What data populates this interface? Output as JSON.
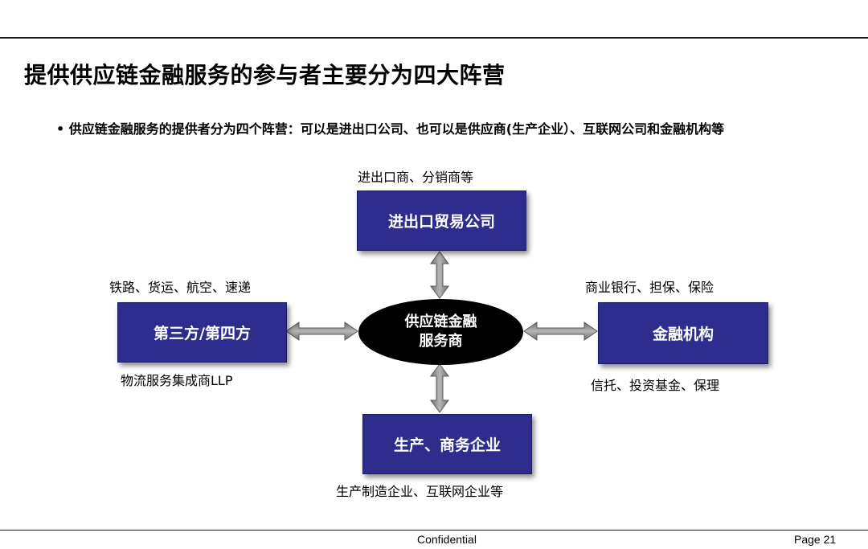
{
  "slide": {
    "title": "提供供应链金融服务的参与者主要分为四大阵营",
    "bullet": "• 供应链金融服务的提供者分为四个阵营：可以是进出口公司、也可以是供应商(生产企业）、互联网公司和金融机构等"
  },
  "diagram": {
    "center": {
      "line1": "供应链金融",
      "line2": "服务商"
    },
    "top": {
      "label": "进出口贸易公司",
      "caption": "进出口商、分销商等"
    },
    "left": {
      "label": "第三方/第四方",
      "caption_above": "铁路、货运、航空、速递",
      "caption_below": "物流服务集成商LLP"
    },
    "right": {
      "label": "金融机构",
      "caption_above": "商业银行、担保、保险",
      "caption_below": "信托、投资基金、保理"
    },
    "bottom": {
      "label": "生产、商务企业",
      "caption": "生产制造企业、互联网企业等"
    },
    "colors": {
      "box": "#2e2d8e",
      "ellipse": "#000000",
      "arrow": "#8a8a8a"
    }
  },
  "footer": {
    "confidential": "Confidential",
    "page": "Page 21"
  }
}
